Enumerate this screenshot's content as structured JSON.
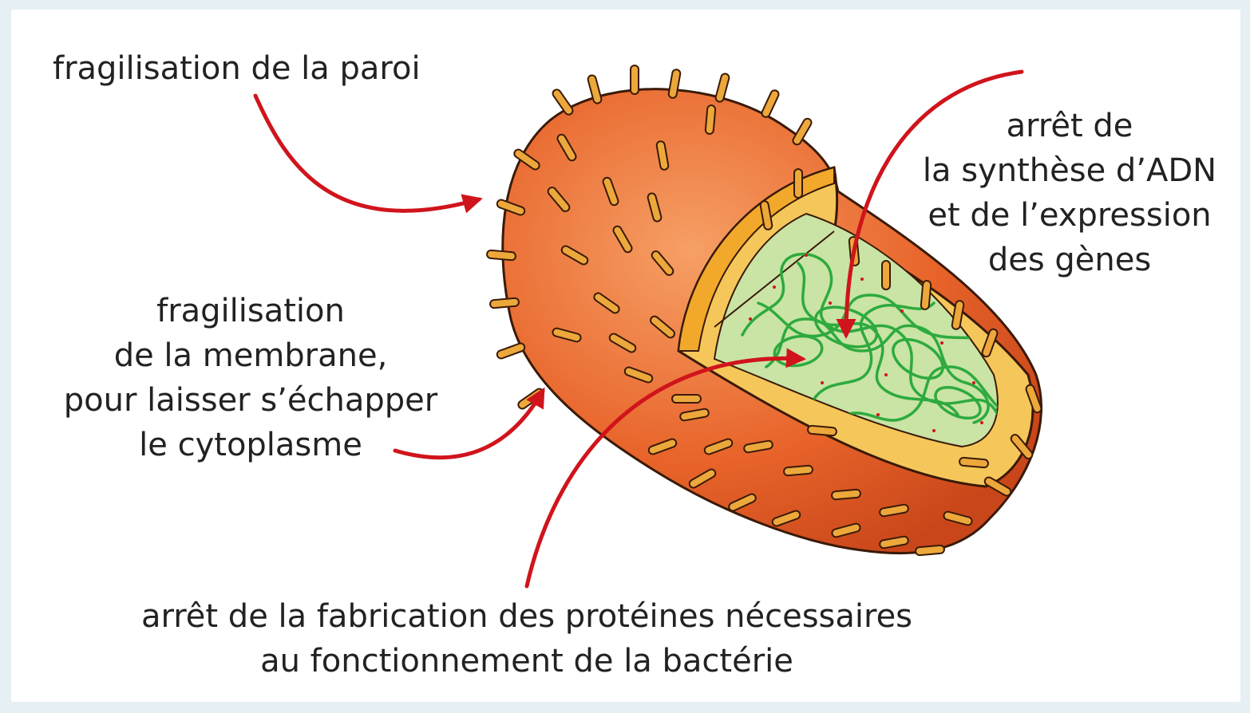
{
  "labels": {
    "wall": "fragilisation de la paroi",
    "membrane": [
      "fragilisation",
      "de la membrane,",
      "pour laisser s’échapper",
      "le cytoplasme"
    ],
    "dna": [
      "arrêt de",
      "la synthèse d’ADN",
      "et de l’expression",
      "des gènes"
    ],
    "proteins": [
      "arrêt de la fabrication des protéines nécessaires",
      "au fonctionnement de la bactérie"
    ]
  },
  "colors": {
    "background": "#e6f0f4",
    "arrow": "#d0141c",
    "outer_wall": "#e8642a",
    "wall_layer": "#f5c75a",
    "cytoplasm": "#c9e4a5",
    "dna": "#2eaa3e",
    "pili": "#eda83b",
    "outline": "#3a1a08"
  }
}
